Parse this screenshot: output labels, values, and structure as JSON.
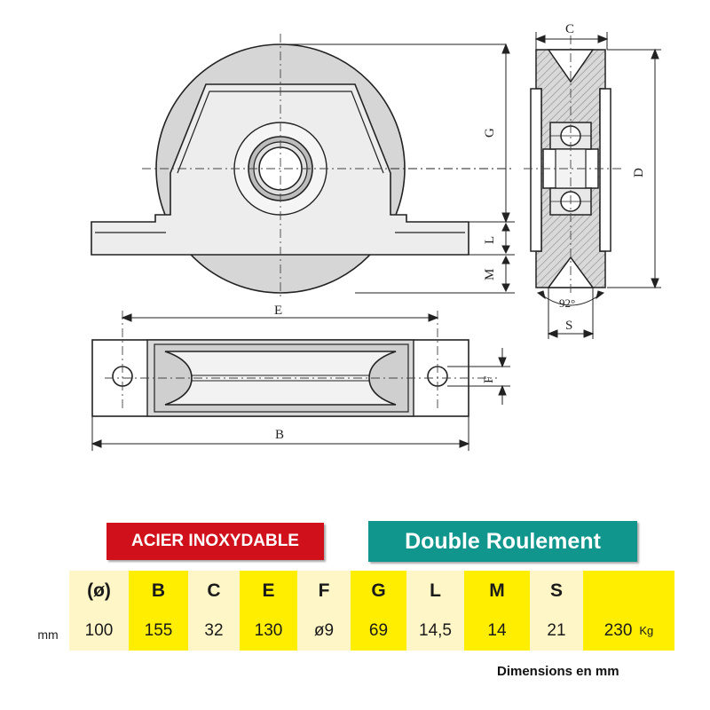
{
  "drawing": {
    "dim_labels": {
      "C": "C",
      "G": "G",
      "D": "D",
      "L": "L",
      "M": "M",
      "angle": "92°",
      "S": "S",
      "E": "E",
      "F": "F",
      "B": "B"
    }
  },
  "badges": {
    "material": "ACIER INOXYDABLE",
    "bearing": "Double Roulement"
  },
  "colors": {
    "material_badge": "#d0111c",
    "bearing_badge": "#11968d",
    "table_yellow": "#ffee00",
    "table_cream": "#fff6c8"
  },
  "table": {
    "unit": "mm",
    "headers": [
      "(ø)",
      "B",
      "C",
      "E",
      "F",
      "G",
      "L",
      "M",
      "S",
      ""
    ],
    "values": [
      "100",
      "155",
      "32",
      "130",
      "ø9",
      "69",
      "14,5",
      "14",
      "21",
      "230"
    ],
    "load_unit": "Kg"
  },
  "footnote": "Dimensions en mm"
}
